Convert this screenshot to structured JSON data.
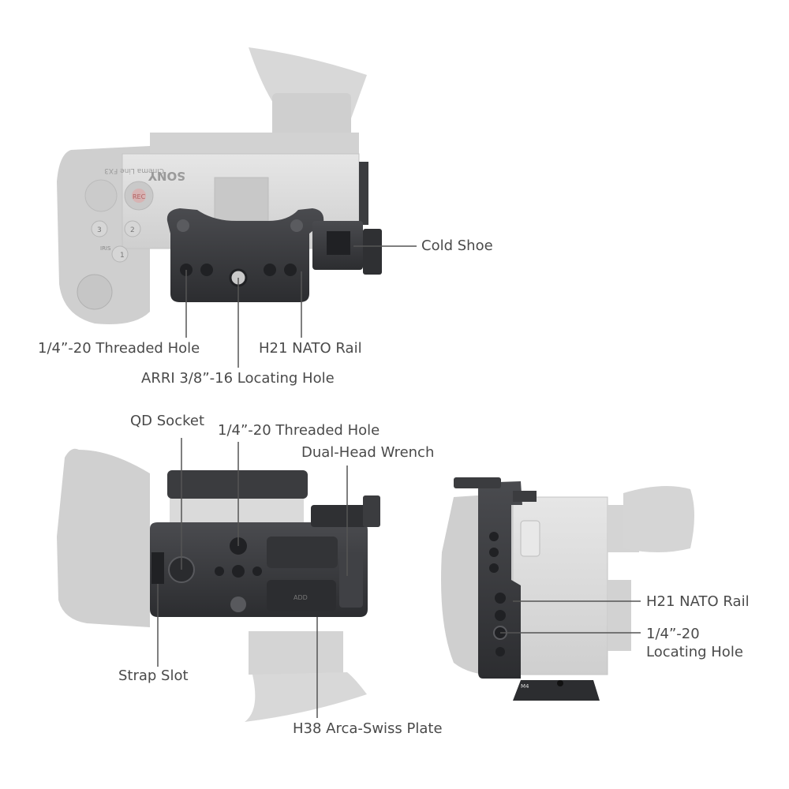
{
  "labels": {
    "top": {
      "cold_shoe": "Cold Shoe",
      "threaded_hole": "1/4”-20 Threaded Hole",
      "nato_rail": "H21 NATO Rail",
      "arri_hole": "ARRI 3/8”-16 Locating Hole"
    },
    "bottom": {
      "qd_socket": "QD Socket",
      "threaded_hole": "1/4”-20 Threaded Hole",
      "wrench": "Dual-Head Wrench",
      "strap_slot": "Strap Slot",
      "arca_plate": "H38 Arca-Swiss Plate"
    },
    "side": {
      "nato_rail": "H21 NATO Rail",
      "locating_line1": "1/4”-20",
      "locating_line2": "Locating Hole"
    }
  },
  "camera_text": {
    "brand": "SONY",
    "model": "Cinema Line FX3",
    "rec": "REC",
    "btn1": "1",
    "btn2": "2",
    "btn3": "3",
    "iris": "IRIS",
    "add": "ADD",
    "m4": "M4"
  },
  "colors": {
    "cage": "#3b3c3f",
    "camera": "#d6d6d6",
    "label": "#4a4a4a",
    "leader": "#555555"
  }
}
